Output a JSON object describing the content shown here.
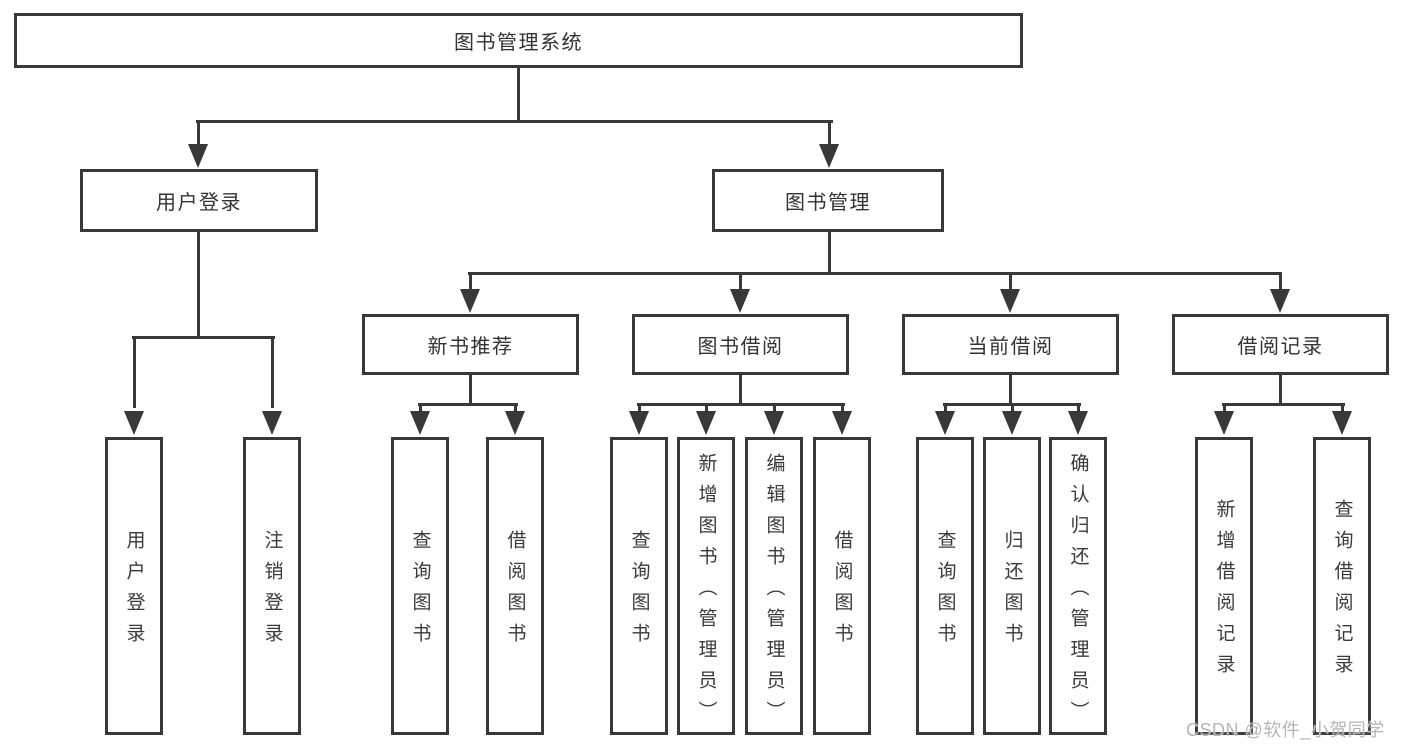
{
  "diagram": {
    "root": {
      "label": "图书管理系统"
    },
    "branches": [
      {
        "label": "用户登录",
        "leaves": [
          "用户登录",
          "注销登录"
        ]
      },
      {
        "label": "图书管理",
        "groups": [
          {
            "label": "新书推荐",
            "leaves": [
              "查询图书",
              "借阅图书"
            ]
          },
          {
            "label": "图书借阅",
            "leaves": [
              "查询图书",
              "新增图书（管理员）",
              "编辑图书（管理员）",
              "借阅图书"
            ]
          },
          {
            "label": "当前借阅",
            "leaves": [
              "查询图书",
              "归还图书",
              "确认归还（管理员）"
            ]
          },
          {
            "label": "借阅记录",
            "leaves": [
              "新增借阅记录",
              "查询借阅记录"
            ]
          }
        ]
      }
    ]
  },
  "watermark": {
    "text": "CSDN @软件_小贺同学"
  },
  "colors": {
    "line": "#383838",
    "text": "#333333",
    "watermark": "#b5b5b5",
    "background": "#ffffff"
  }
}
